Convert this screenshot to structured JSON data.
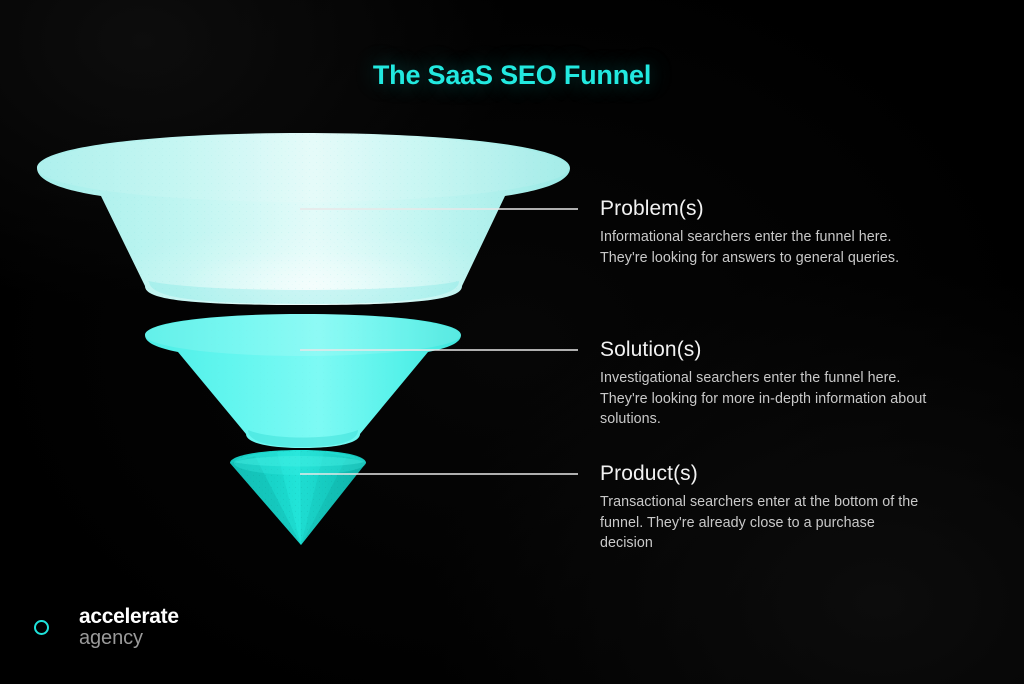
{
  "title": "The SaaS SEO Funnel",
  "colors": {
    "background": "#000000",
    "title_accent": "#22e9e0",
    "cone_top": "#b8f4f0",
    "cone_middle": "#5ef5ee",
    "cone_bottom": "#16d9cd",
    "connector_line": "#e8e8e8",
    "heading_text": "#f2f2f2",
    "body_text": "#c9c9c9",
    "logo_ring": "#1fe3db",
    "logo_name": "#ffffff",
    "logo_sub": "#9a9a9a"
  },
  "stages": [
    {
      "heading": "Problem(s)",
      "body": "Informational searchers enter the funnel here. They're looking for answers to general queries."
    },
    {
      "heading": "Solution(s)",
      "body": "Investigational searchers enter the funnel here. They're looking for more in-depth information about solutions."
    },
    {
      "heading": "Product(s)",
      "body": "Transactional searchers enter at the bottom of the funnel. They're already close to a purchase decision"
    }
  ],
  "logo": {
    "mark": "ring-circle-icon",
    "name": "accelerate",
    "sub": "agency"
  }
}
